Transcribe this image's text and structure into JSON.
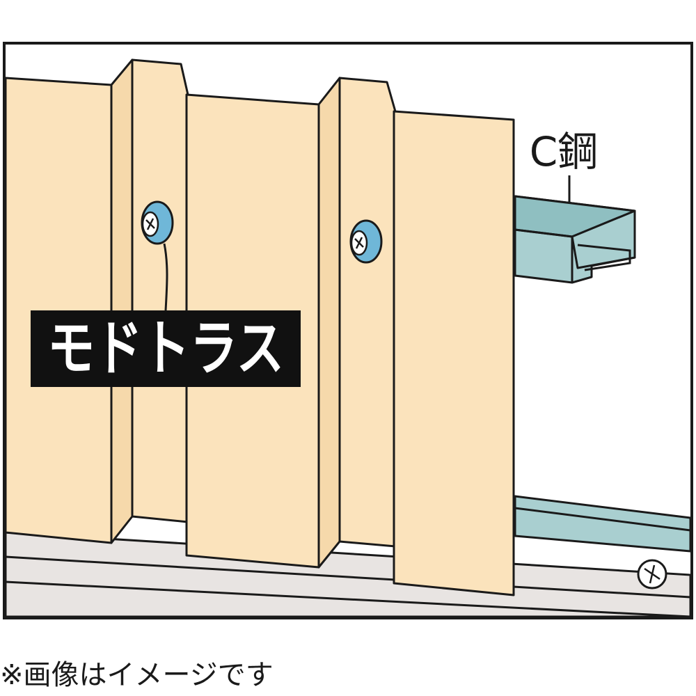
{
  "diagram": {
    "product_label": "モドトラス",
    "steel_label": "C鋼",
    "caption": "※画像はイメージです"
  },
  "colors": {
    "panel": "#fbe3bc",
    "steel": "#a9cfd0",
    "screw": "#6fb7d8",
    "floor": "#e8e4e2",
    "label_background": "#111111"
  },
  "icons": {
    "screw": "screw-icon",
    "floor_screw": "floor-screw-icon"
  }
}
